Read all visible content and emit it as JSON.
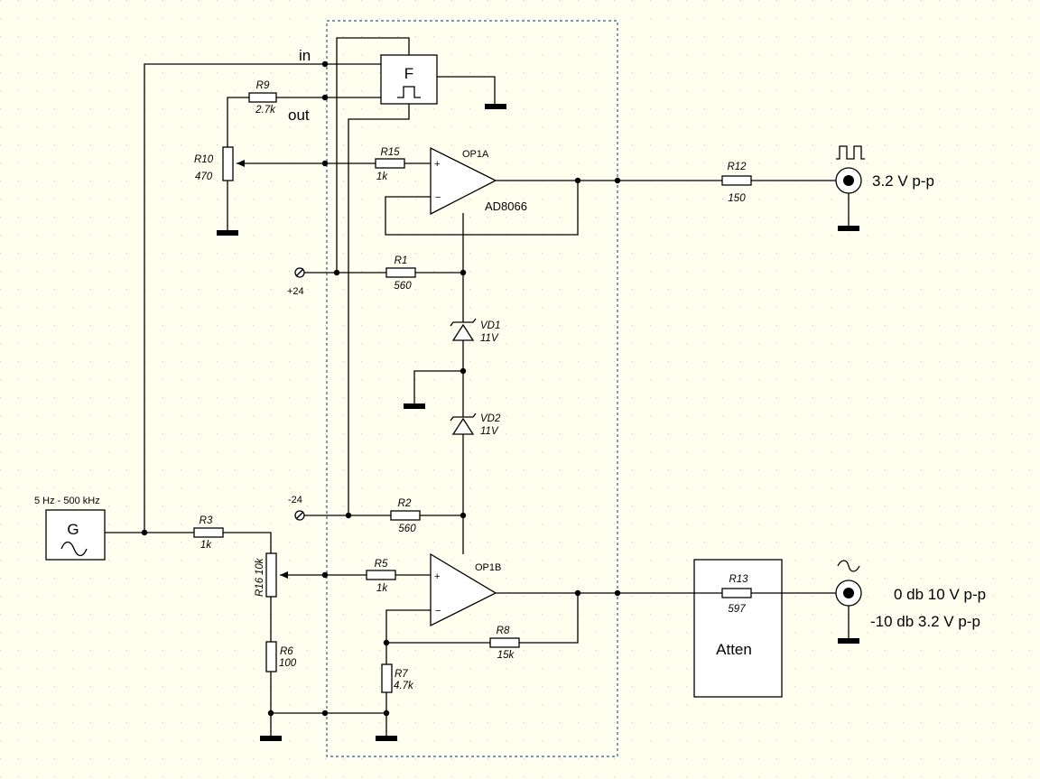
{
  "labels": {
    "in": "in",
    "out": "out",
    "block_f": "F",
    "plus24": "+24",
    "minus24": "-24",
    "gen_freq": "5 Hz - 500 kHz",
    "gen": "G",
    "atten": "Atten",
    "op1a": "OP1A",
    "op1b": "OP1B",
    "opamp_part": "AD8066",
    "out_square": "3.2 V p-p",
    "out_sine_0db": "0 db 10 V p-p",
    "out_sine_10db": "-10 db 3.2 V p-p"
  },
  "resistors": {
    "r9": {
      "name": "R9",
      "value": "2.7k"
    },
    "r10": {
      "name": "R10",
      "value": "470"
    },
    "r15": {
      "name": "R15",
      "value": "1k"
    },
    "r12": {
      "name": "R12",
      "value": "150"
    },
    "r1": {
      "name": "R1",
      "value": "560"
    },
    "r2": {
      "name": "R2",
      "value": "560"
    },
    "r3": {
      "name": "R3",
      "value": "1k"
    },
    "r16": {
      "name": "R16",
      "value": "10k"
    },
    "r5": {
      "name": "R5",
      "value": "1k"
    },
    "r6": {
      "name": "R6",
      "value": "100"
    },
    "r7": {
      "name": "R7",
      "value": "4.7k"
    },
    "r8": {
      "name": "R8",
      "value": "15k"
    },
    "r13": {
      "name": "R13",
      "value": "597"
    }
  },
  "diodes": {
    "vd1": {
      "name": "VD1",
      "value": "11V"
    },
    "vd2": {
      "name": "VD2",
      "value": "11V"
    }
  },
  "opamp_pins": {
    "plus": "+",
    "minus": "−"
  }
}
